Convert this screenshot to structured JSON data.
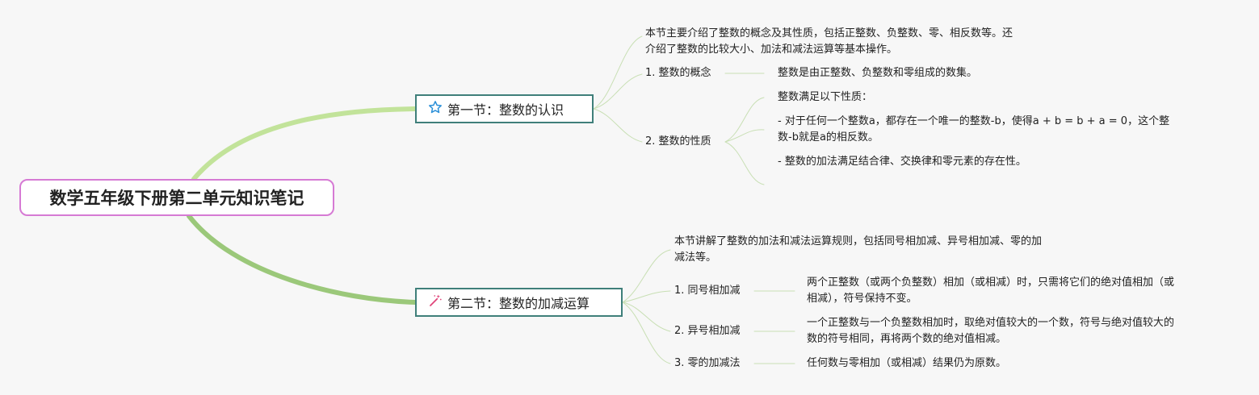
{
  "root": {
    "title": "数学五年级下册第二单元知识笔记"
  },
  "sections": [
    {
      "icon": "star-icon",
      "title": "第一节：整数的认识",
      "summary": [
        "本节主要介绍了整数的概念及其性质，包括正整数、负整数、零、相反数等。还",
        "介绍了整数的比较大小、加法和减法运算等基本操作。"
      ],
      "items": [
        {
          "label": "1. 整数的概念",
          "details": [
            [
              "整数是由正整数、负整数和零组成的数集。"
            ]
          ]
        },
        {
          "label": "2. 整数的性质",
          "details": [
            [
              "整数满足以下性质："
            ],
            [
              "- 对于任何一个整数a，都存在一个唯一的整数-b，使得a + b = b + a = 0，这个整",
              "数-b就是a的相反数。"
            ],
            [
              "- 整数的加法满足结合律、交换律和零元素的存在性。"
            ]
          ]
        }
      ]
    },
    {
      "icon": "magic-wand-icon",
      "title": "第二节：整数的加减运算",
      "summary": [
        "本节讲解了整数的加法和减法运算规则，包括同号相加减、异号相加减、零的加",
        "减法等。"
      ],
      "items": [
        {
          "label": "1. 同号相加减",
          "details": [
            [
              "两个正整数（或两个负整数）相加（或相减）时，只需将它们的绝对值相加（或",
              "相减），符号保持不变。"
            ]
          ]
        },
        {
          "label": "2. 异号相加减",
          "details": [
            [
              "一个正整数与一个负整数相加时，取绝对值较大的一个数，符号与绝对值较大的",
              "数的符号相同，再将两个数的绝对值相减。"
            ]
          ]
        },
        {
          "label": "3. 零的加减法",
          "details": [
            [
              "任何数与零相加（或相减）结果仍为原数。"
            ]
          ]
        }
      ]
    }
  ],
  "colors": {
    "root_border": "#d67ad4",
    "section_border": "#3f7f7a",
    "branch1": "#c2e39a",
    "branch2": "#9bc87a",
    "sublink": "#c8dfb4",
    "star": "#2a8fd8",
    "wand": "#e0457a"
  }
}
